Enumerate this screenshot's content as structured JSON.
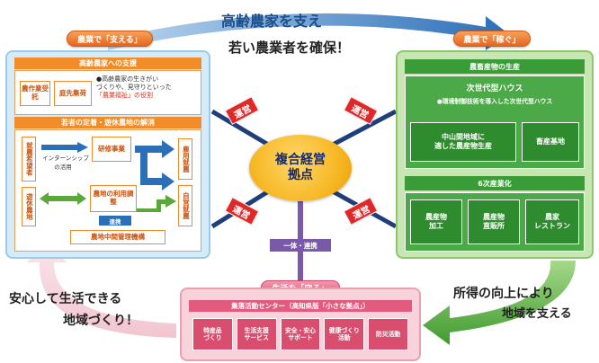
{
  "headlines": {
    "top_line1": "高齢農家を支え",
    "top_line2": "若い農業者を確保！",
    "left_bottom_line1": "安心して生活できる",
    "left_bottom_line2": "地域づくり！",
    "right_bottom_line1": "所得の向上により",
    "right_bottom_line2": "地域を支える"
  },
  "tabs": {
    "left": "農業で「支える」",
    "right": "農業で「稼ぐ」",
    "bottom": "生活を「守る」"
  },
  "hub": {
    "line1": "複合経営",
    "line2": "拠点",
    "unei": "運営",
    "connect": "一体・連携"
  },
  "left_panel": {
    "support_title": "高齢農家への支援",
    "btn_contract": "農作業受託",
    "btn_garden": "庭先集荷",
    "bullet": "●",
    "note_line1": "高齢農家の生きがい",
    "note_line2": "づくりや、見守りといった",
    "note_line3": "「農業福祉」の役割",
    "youth_title": "若者の定着・遊休農地の解消",
    "v_hopeful": "就農希望者",
    "v_idle": "遊休農地",
    "internship": "インターンシップ",
    "internship_sub": "の活用",
    "training": "研修事業",
    "employment": "雇用就農",
    "farmland_adjust": "農地の利用調整",
    "independent": "自営就農",
    "renkei": "連携",
    "intermediary": "農地中間管理機構"
  },
  "right_panel": {
    "production_title": "農畜産物の生産",
    "next_house": "次世代型ハウス",
    "next_house_note": "●環境制御技術を導入した次世代型ハウス",
    "mountain_line1": "中山間地域に",
    "mountain_line2": "適した農産物生産",
    "livestock": "畜産基地",
    "sixth_title": "6次産業化",
    "processing_line1": "農産物",
    "processing_line2": "加工",
    "direct_line1": "農産物",
    "direct_line2": "直販所",
    "restaurant_line1": "農家",
    "restaurant_line2": "レストラン"
  },
  "bottom_panel": {
    "center_title": "集落活動センター（高知県版「小さな拠点」）",
    "items": [
      {
        "line1": "特産品",
        "line2": "づくり"
      },
      {
        "line1": "生活支援",
        "line2": "サービス"
      },
      {
        "line1": "安全・安心",
        "line2": "サポート"
      },
      {
        "line1": "健康づくり",
        "line2": "活動"
      },
      {
        "line1": "防災活動",
        "line2": ""
      }
    ]
  },
  "colors": {
    "blue_arrow": "#2b6fb8",
    "green_arrow": "#4aa53a",
    "pink_arrow": "#e8a9b8",
    "hub": "#f5b31b",
    "unei": "#e02828"
  }
}
